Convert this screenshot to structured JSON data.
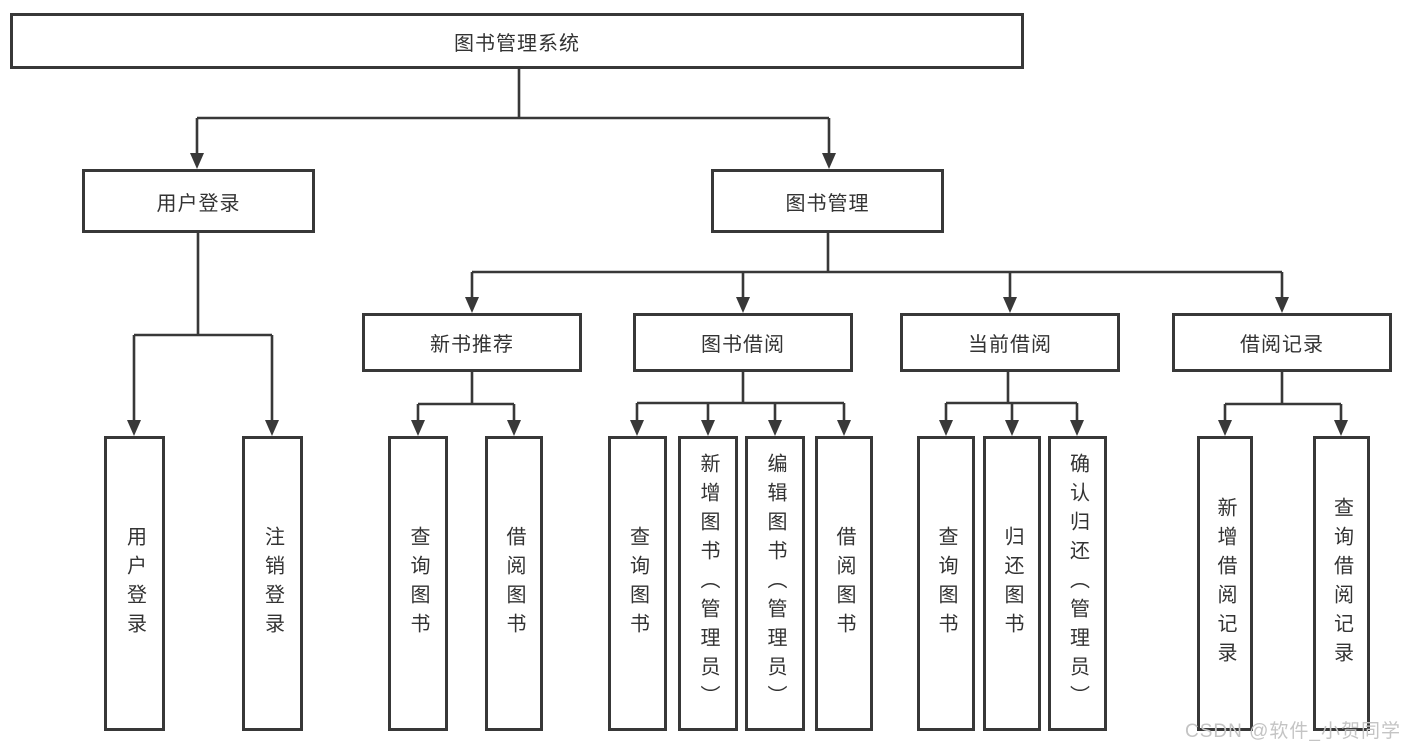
{
  "colors": {
    "line": "#383838",
    "text": "#333333",
    "bg": "#ffffff",
    "watermark": "#c4c4c4"
  },
  "root": {
    "label": "图书管理系统"
  },
  "level2": [
    {
      "label": "用户登录"
    },
    {
      "label": "图书管理"
    }
  ],
  "level3": [
    {
      "label": "新书推荐"
    },
    {
      "label": "图书借阅"
    },
    {
      "label": "当前借阅"
    },
    {
      "label": "借阅记录"
    }
  ],
  "leaves": {
    "user_login": [
      {
        "label": "用户登录"
      },
      {
        "label": "注销登录"
      }
    ],
    "new_book_recommend": [
      {
        "label": "查询图书"
      },
      {
        "label": "借阅图书"
      }
    ],
    "book_borrow": [
      {
        "label": "查询图书"
      },
      {
        "label": "新增图书（管理员）"
      },
      {
        "label": "编辑图书（管理员）"
      },
      {
        "label": "借阅图书"
      }
    ],
    "current_borrow": [
      {
        "label": "查询图书"
      },
      {
        "label": "归还图书"
      },
      {
        "label": "确认归还（管理员）"
      }
    ],
    "borrow_records": [
      {
        "label": "新增借阅记录"
      },
      {
        "label": "查询借阅记录"
      }
    ]
  },
  "watermark": {
    "text": "CSDN @软件_小贺同学"
  }
}
